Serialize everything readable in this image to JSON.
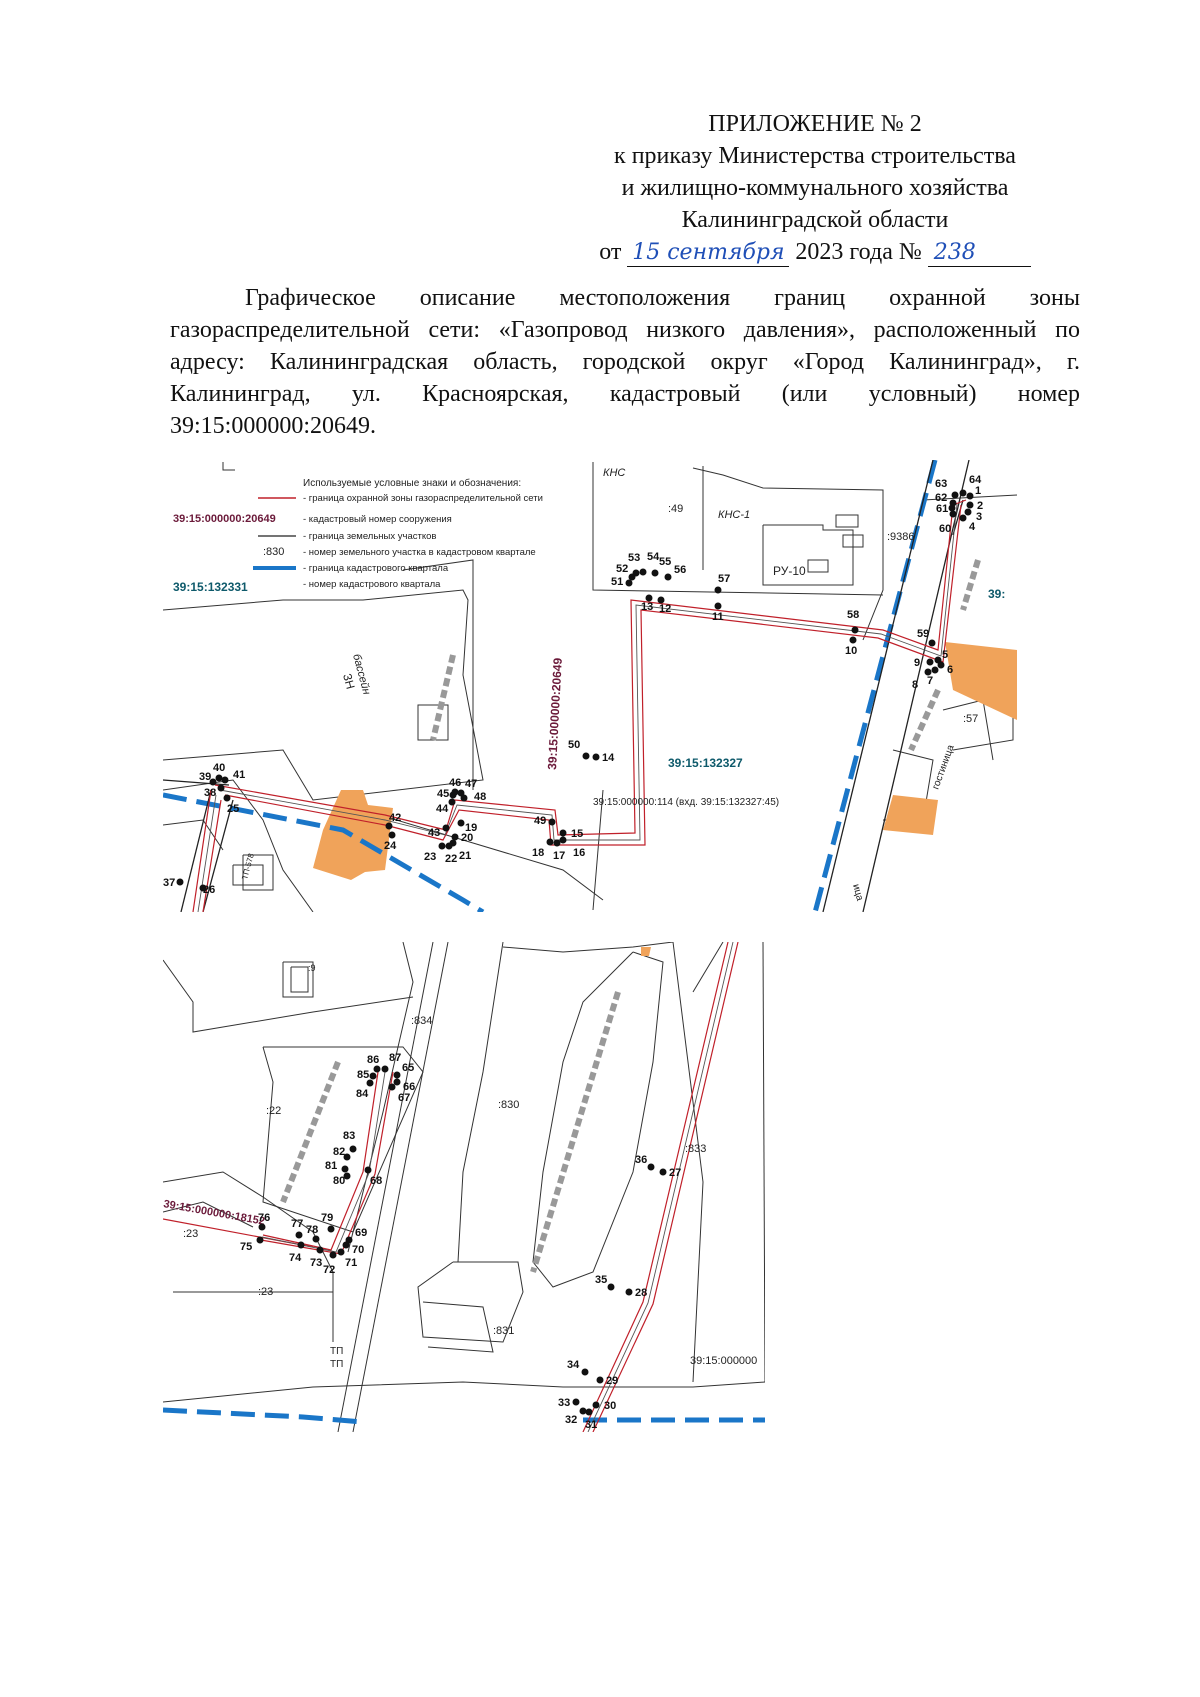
{
  "header": {
    "title": "ПРИЛОЖЕНИЕ № 2",
    "line2": "к приказу Министерства строительства",
    "line3": "и жилищно-коммунального хозяйства",
    "line4": "Калининградской области",
    "date_prefix": "от",
    "date_handwritten": "15 сентября",
    "date_suffix": "2023 года №",
    "number_handwritten": "238"
  },
  "description": "Графическое описание местоположения границ охранной зоны газораспределительной сети: «Газопровод низкого давления», расположенный по адресу: Калининградская область, городской округ «Город Калининград», г. Калининград, ул. Красноярская, кадастровый (или условный) номер 39:15:000000:20649.",
  "legend": {
    "title": "Используемые условные знаки и обозначения:",
    "items": [
      {
        "label": "- граница охранной зоны газораспределительной сети",
        "color": "#c0202a",
        "kind": "line"
      },
      {
        "label": "- кадастровый номер сооружения",
        "sample": "39:15:000000:20649",
        "color": "#6b1a3a",
        "kind": "text"
      },
      {
        "label": "- граница земельных участков",
        "color": "#222222",
        "kind": "line"
      },
      {
        "label": "- номер земельного участка в кадастровом квартале",
        "sample": ":830",
        "color": "#222222",
        "kind": "text"
      },
      {
        "label": "- граница кадастрового квартала",
        "color": "#1a76c8",
        "kind": "dashed"
      },
      {
        "label": "- номер кадастрового квартала",
        "sample": "39:15:132331",
        "color": "#0e5a6b",
        "kind": "text"
      }
    ]
  },
  "map_top": {
    "labels": {
      "kns": "КНС",
      "kns1": "КНС-1",
      "parcel_49": ":49",
      "parcel_9386": ":9386",
      "parcel_57": ":57",
      "ru10": "РУ-10",
      "building_3n": "3Н",
      "basein": "бассейн",
      "gostinitsa": "гостиница",
      "tp": "ТП-578",
      "quarter_132327": "39:15:132327",
      "quarter_edge": "39:",
      "structure_vertical": "39:15:000000:20649",
      "parcel_114": "39:15:000000:114 (вхд. 39:15:132327:45)",
      "street_fragment": "ица"
    },
    "points": [
      "1",
      "2",
      "3",
      "4",
      "5",
      "6",
      "7",
      "8",
      "9",
      "10",
      "11",
      "12",
      "13",
      "14",
      "15",
      "16",
      "17",
      "18",
      "19",
      "20",
      "21",
      "22",
      "23",
      "24",
      "25",
      "26",
      "37",
      "38",
      "39",
      "40",
      "41",
      "42",
      "43",
      "44",
      "45",
      "46",
      "47",
      "48",
      "49",
      "50",
      "51",
      "52",
      "53",
      "54",
      "55",
      "56",
      "57",
      "58",
      "59",
      "60",
      "61",
      "62",
      "63",
      "64"
    ]
  },
  "map_bottom": {
    "labels": {
      "parcel_834": ":834",
      "parcel_830": ":830",
      "parcel_833": ":833",
      "parcel_831": ":831",
      "parcel_22": ":22",
      "parcel_23a": ":23",
      "parcel_23b": ":23",
      "parcel_9": ":9",
      "structure_18152": "39:15:000000:18152",
      "quarter_partial": "39:15:000000",
      "tp1": "ТП",
      "tp2": "ТП"
    },
    "points": [
      "27",
      "28",
      "29",
      "30",
      "31",
      "32",
      "33",
      "34",
      "35",
      "36",
      "65",
      "66",
      "67",
      "68",
      "69",
      "70",
      "71",
      "72",
      "73",
      "74",
      "75",
      "76",
      "77",
      "78",
      "79",
      "80",
      "81",
      "82",
      "83",
      "84",
      "85",
      "86",
      "87"
    ]
  },
  "colors": {
    "zone": "#c0202a",
    "boundary": "#222222",
    "quarter_boundary": "#1a76c8",
    "highlight": "#f0a35a",
    "structure_text": "#6b1a3a",
    "quarter_text": "#0e5a6b",
    "signature_ink": "#1f4fb7"
  }
}
